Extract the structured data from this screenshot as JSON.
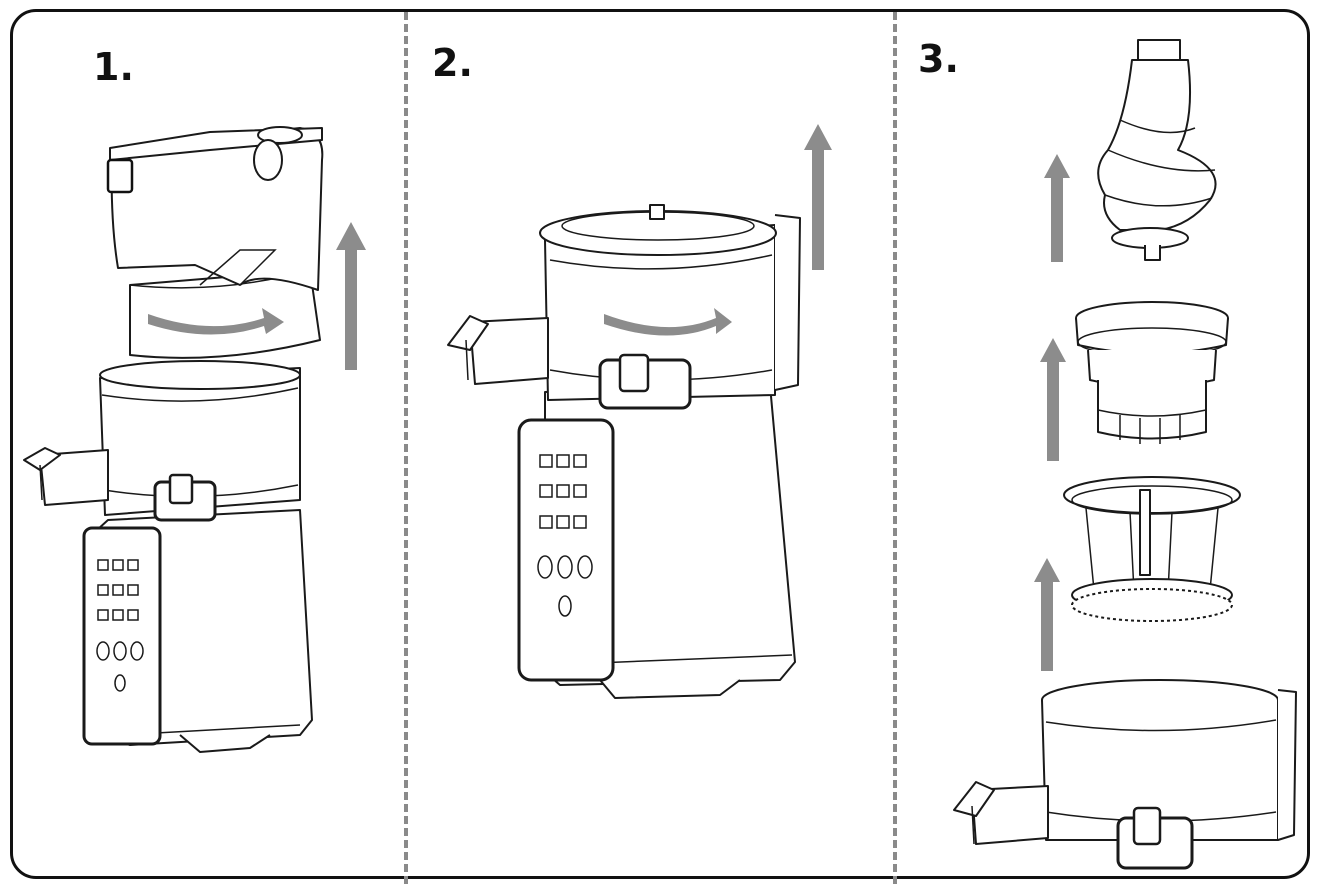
{
  "steps": [
    {
      "label": "1."
    },
    {
      "label": "2."
    },
    {
      "label": "3."
    }
  ],
  "colors": {
    "border": "#111111",
    "divider": "#8a8a8a",
    "arrow": "#8c8c8c",
    "line": "#1a1a1a"
  },
  "icons": [
    "up-arrow-icon",
    "rotate-arrow-icon"
  ]
}
